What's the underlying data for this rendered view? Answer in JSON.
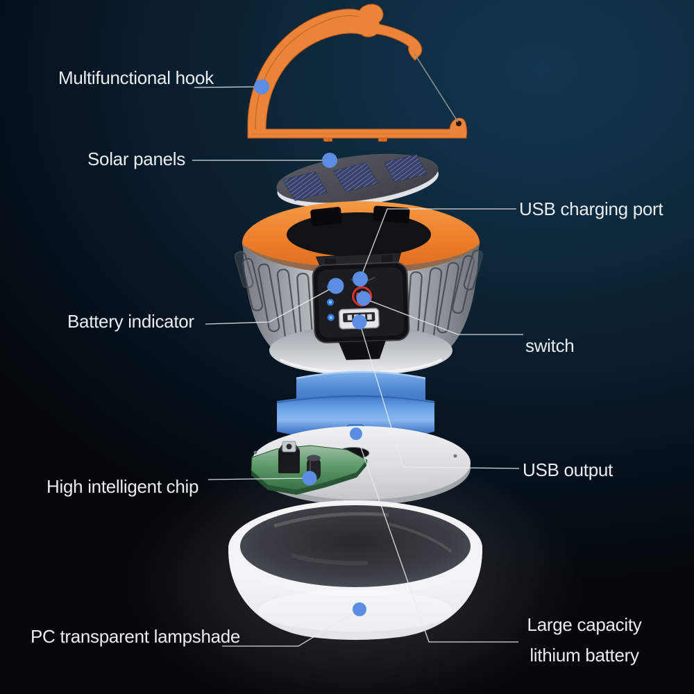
{
  "callouts": [
    {
      "id": "hook",
      "label": "Multifunctional hook"
    },
    {
      "id": "solar",
      "label": "Solar panels"
    },
    {
      "id": "usb_charging",
      "label": "USB charging port"
    },
    {
      "id": "battery_indicator",
      "label": "Battery indicator"
    },
    {
      "id": "switch",
      "label": "switch"
    },
    {
      "id": "usb_output",
      "label": "USB output"
    },
    {
      "id": "chip",
      "label": "High intelligent chip"
    },
    {
      "id": "lampshade",
      "label": "PC transparent lampshade"
    },
    {
      "id": "battery",
      "line1": "Large capacity",
      "line2": "lithium battery"
    }
  ],
  "colors": {
    "accent_orange": "#ec7f2c",
    "callout_dot": "#5b8ee2",
    "callout_line": "#e8ecf0",
    "label_text": "#e9edf0",
    "body_silver": "#c0c5ca",
    "battery_blue": "#5f9be0",
    "pcb_green": "#4a8a56",
    "lampshade_white": "#f2f4f6",
    "switch_red": "#c8312f",
    "led_blue": "#2f80e8",
    "background_light": "#123750",
    "background_dark": "#04070b"
  }
}
